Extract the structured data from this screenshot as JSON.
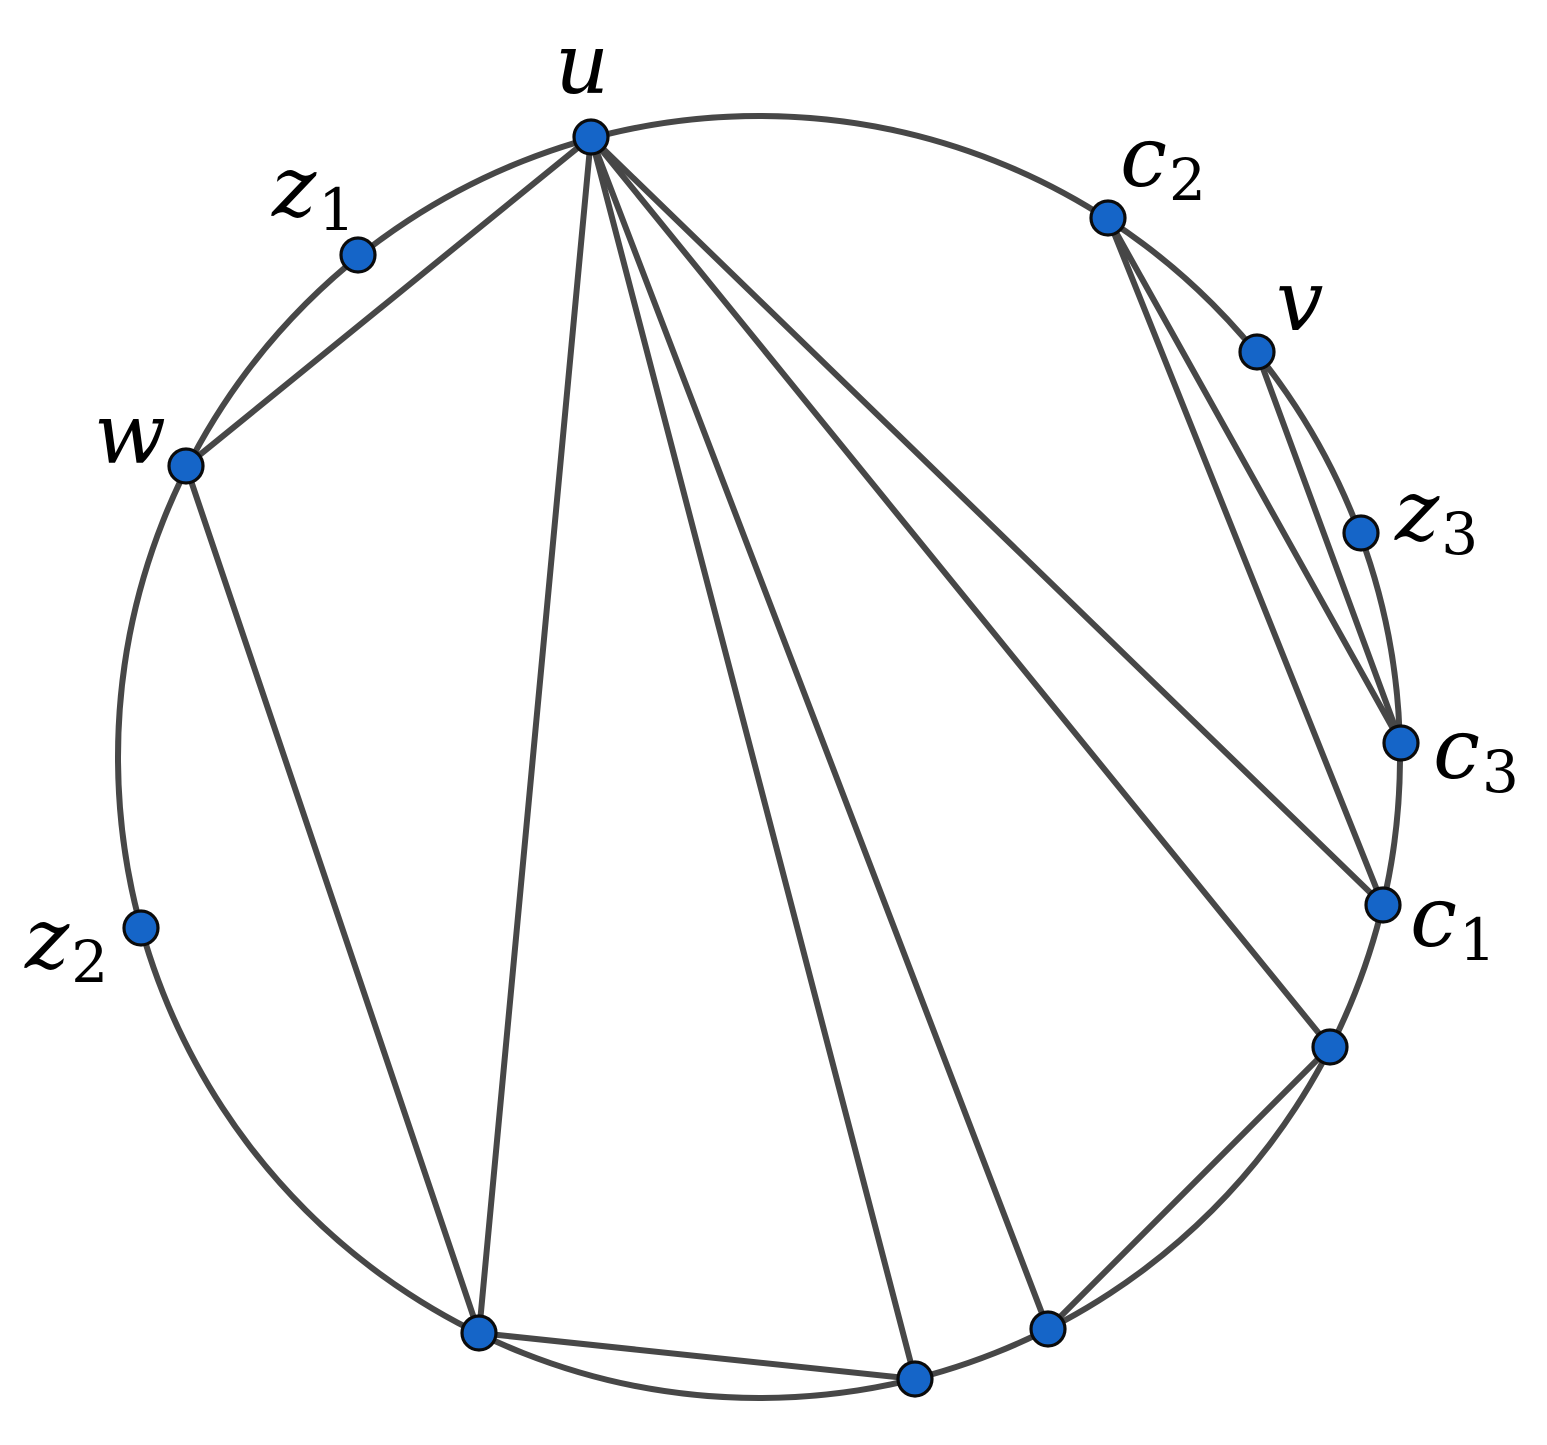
{
  "colors": {
    "stroke": "#474747",
    "vertex_fill": "#1565c8",
    "vertex_outline": "#0b0b0b",
    "label": "#000000"
  },
  "vertices": [
    {
      "id": "u",
      "label": "u",
      "sub": ""
    },
    {
      "id": "z1",
      "label": "z",
      "sub": "1"
    },
    {
      "id": "w",
      "label": "w",
      "sub": ""
    },
    {
      "id": "z2",
      "label": "z",
      "sub": "2"
    },
    {
      "id": "b1",
      "label": "",
      "sub": ""
    },
    {
      "id": "b2",
      "label": "",
      "sub": ""
    },
    {
      "id": "b3",
      "label": "",
      "sub": ""
    },
    {
      "id": "b4",
      "label": "",
      "sub": ""
    },
    {
      "id": "c1",
      "label": "c",
      "sub": "1"
    },
    {
      "id": "c3",
      "label": "c",
      "sub": "3"
    },
    {
      "id": "z3",
      "label": "z",
      "sub": "3"
    },
    {
      "id": "v",
      "label": "v",
      "sub": ""
    },
    {
      "id": "c2",
      "label": "c",
      "sub": "2"
    }
  ],
  "chords": [
    [
      "u",
      "w"
    ],
    [
      "u",
      "b1"
    ],
    [
      "u",
      "b2"
    ],
    [
      "u",
      "b3"
    ],
    [
      "u",
      "b4"
    ],
    [
      "u",
      "c1"
    ],
    [
      "w",
      "b1"
    ],
    [
      "b1",
      "b2"
    ],
    [
      "b3",
      "b4"
    ],
    [
      "c2",
      "c1"
    ],
    [
      "c2",
      "c3"
    ],
    [
      "v",
      "c3"
    ]
  ]
}
